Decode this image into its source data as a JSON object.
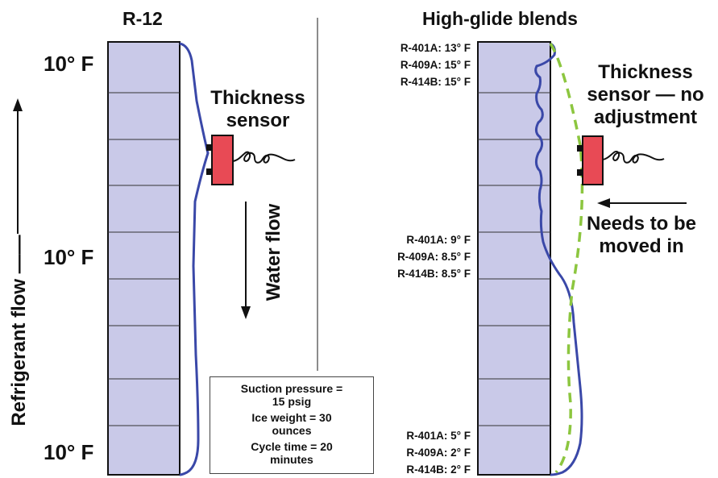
{
  "titles": {
    "left": "R-12",
    "right": "High-glide blends"
  },
  "left_temps": {
    "top": "10° F",
    "middle": "10° F",
    "bottom": "10° F"
  },
  "labels": {
    "refrigerant_flow": "Refrigerant flow ——",
    "water_flow": "Water flow",
    "thickness_sensor_left": [
      "Thickness",
      "sensor"
    ],
    "thickness_sensor_right": [
      "Thickness",
      "sensor — no",
      "adjustment"
    ],
    "needs_moved": [
      "Needs to be",
      "moved in"
    ]
  },
  "blend_temps": {
    "top": [
      "R-401A: 13° F",
      "R-409A: 15° F",
      "R-414B: 15° F"
    ],
    "middle": [
      "R-401A: 9° F",
      "R-409A: 8.5° F",
      "R-414B: 8.5° F"
    ],
    "bottom": [
      "R-401A: 5° F",
      "R-409A: 2° F",
      "R-414B: 2° F"
    ]
  },
  "info_box": [
    "Suction pressure = 15 psig",
    "Ice weight = 30 ounces",
    "Cycle time = 20 minutes"
  ],
  "colors": {
    "plate": "#c9c9e8",
    "ice": "#3a48a8",
    "sensor": "#e84a55",
    "dashed": "#8cc63f"
  }
}
